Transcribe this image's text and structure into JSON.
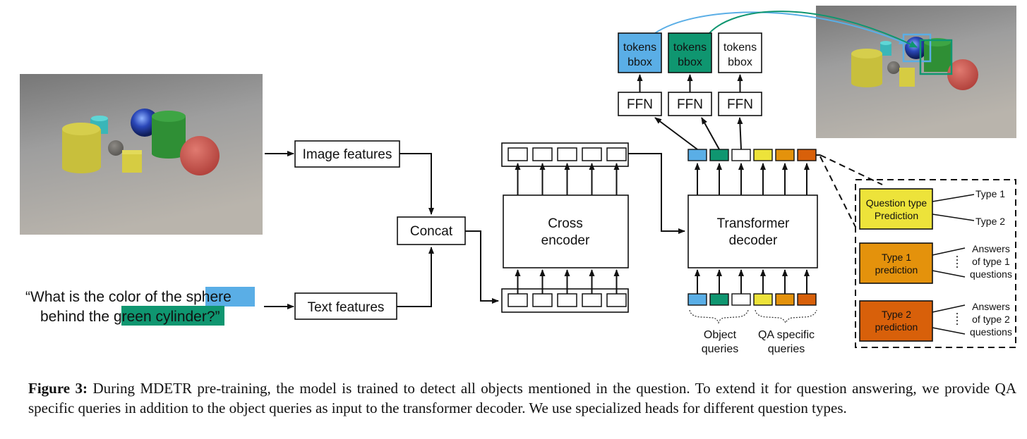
{
  "question": {
    "prefix_line1": "“What is the color of the ",
    "highlight1": "sphere",
    "line2_prefix": "behind the ",
    "highlight2": "green cylinder",
    "suffix": "?”"
  },
  "boxes": {
    "image_features": "Image features",
    "text_features": "Text features",
    "concat": "Concat",
    "cross_encoder_line1": "Cross",
    "cross_encoder_line2": "encoder",
    "decoder_line1": "Transformer",
    "decoder_line2": "decoder",
    "ffn": [
      "FFN",
      "FFN",
      "FFN"
    ],
    "output_line1": "tokens",
    "output_line2": "bbox"
  },
  "queries": {
    "object_label_line1": "Object",
    "object_label_line2": "queries",
    "qa_label_line1": "QA specific",
    "qa_label_line2": "queries"
  },
  "heads": {
    "qtype_line1": "Question type",
    "qtype_line2": "Prediction",
    "qtype_out1": "Type 1",
    "qtype_out2": "Type 2",
    "type1_line1": "Type 1",
    "type1_line2": "prediction",
    "type1_ans": [
      "Answers",
      "of type 1",
      "questions"
    ],
    "type2_line1": "Type 2",
    "type2_line2": "prediction",
    "type2_ans": [
      "Answers",
      "of type 2",
      "questions"
    ]
  },
  "colors": {
    "blue": "#5aaee6",
    "green": "#0f9670",
    "yellow": "#ede33a",
    "orange": "#e4920c",
    "dark_orange": "#d8600a"
  },
  "caption": {
    "label": "Figure 3:",
    "text": " During MDETR pre-training, the model is trained to detect all objects mentioned in the question. To extend it for question answering, we provide QA specific queries in addition to the object queries as input to the transformer decoder. We use specialized heads for different question types."
  }
}
